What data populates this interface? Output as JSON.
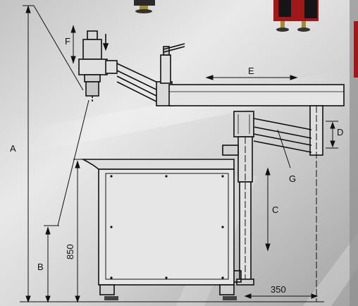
{
  "dimension_labels": {
    "A": "A",
    "B": "B",
    "C": "C",
    "D": "D",
    "E": "E",
    "F": "F",
    "G": "G",
    "v850": "850",
    "v350": "350"
  },
  "colors": {
    "background_light": "#e6e6e6",
    "background_dark": "#9d9d9d",
    "ink": "#111111",
    "accent_red": "#a01818",
    "foot_brass": "#a08a3c"
  }
}
